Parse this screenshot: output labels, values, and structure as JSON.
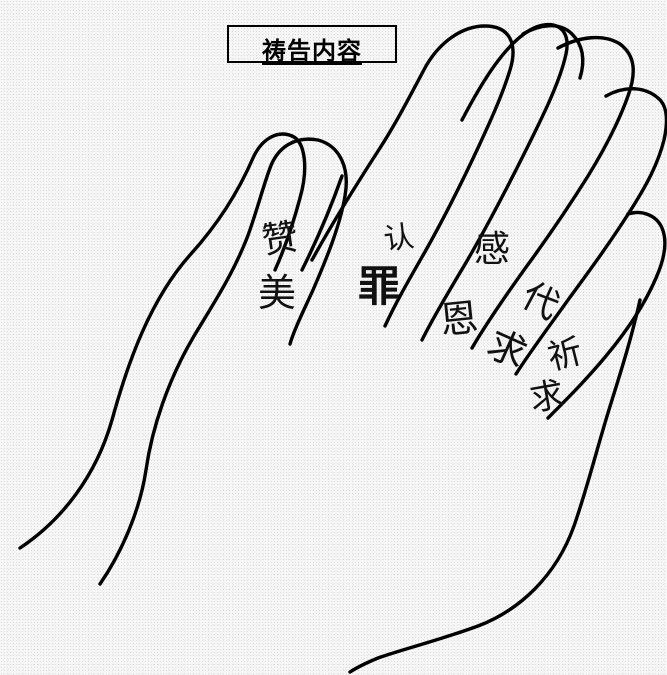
{
  "title": "祷告内容",
  "labels": {
    "praise": {
      "line1": "赞",
      "line2": "美"
    },
    "confess": {
      "line1": "认",
      "line2": "罪"
    },
    "thank": {
      "line1": "感",
      "line2": "恩"
    },
    "intercede": {
      "line1": "代",
      "line2": "求"
    },
    "petition": {
      "line1": "祈",
      "line2": "求"
    }
  }
}
